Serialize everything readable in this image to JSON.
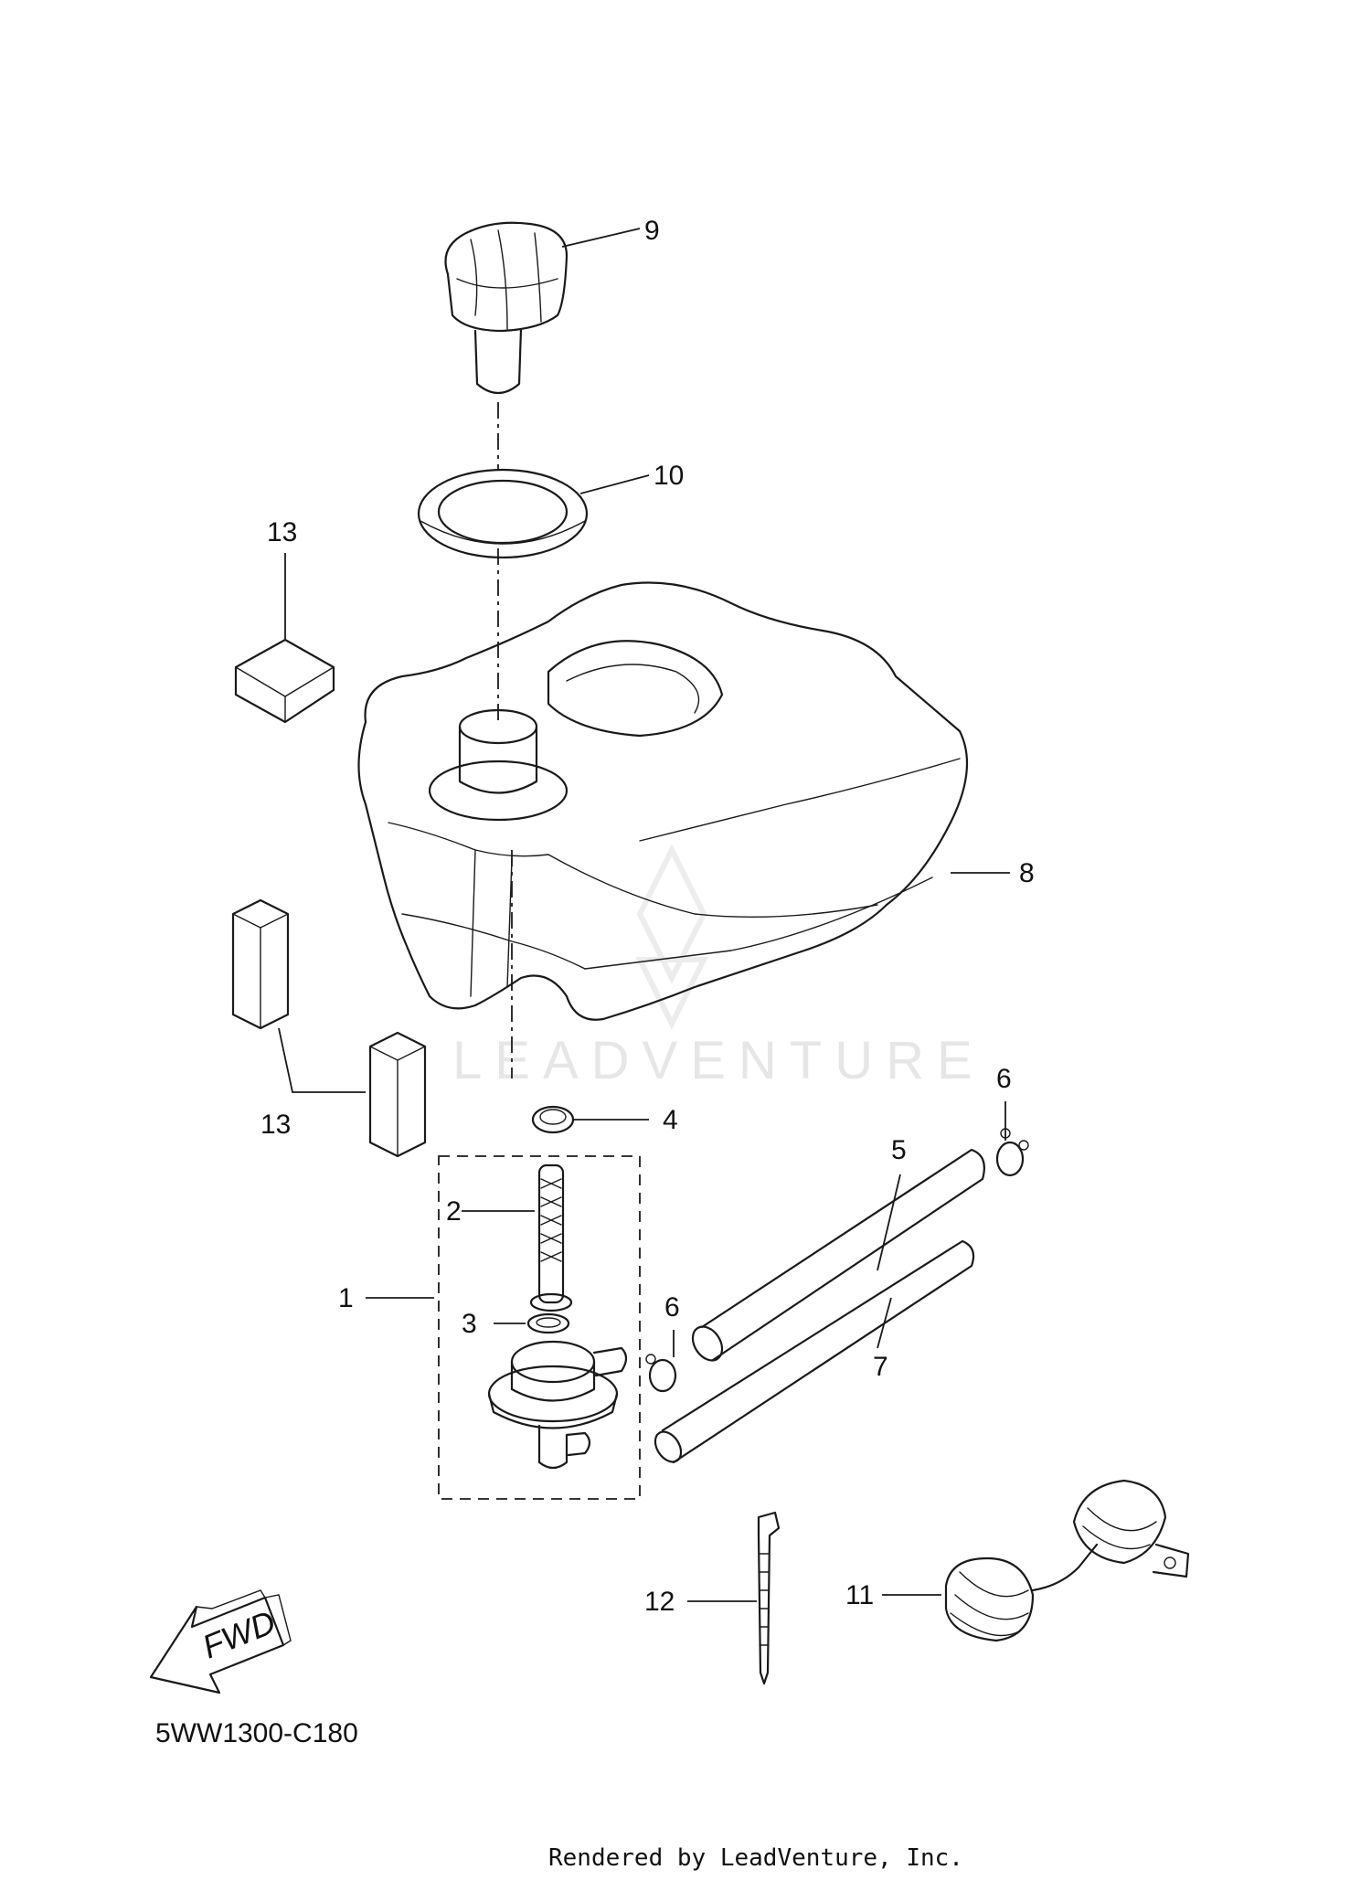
{
  "watermark": "LEADVENTURE",
  "callouts": {
    "c1": "1",
    "c2": "2",
    "c3": "3",
    "c4": "4",
    "c5": "5",
    "c6a": "6",
    "c6b": "6",
    "c7": "7",
    "c8": "8",
    "c9": "9",
    "c10": "10",
    "c11": "11",
    "c12": "12",
    "c13a": "13",
    "c13b": "13"
  },
  "fwd_label": "FWD",
  "diagram_code": "5WW1300-C180",
  "footer": "Rendered by LeadVenture, Inc."
}
